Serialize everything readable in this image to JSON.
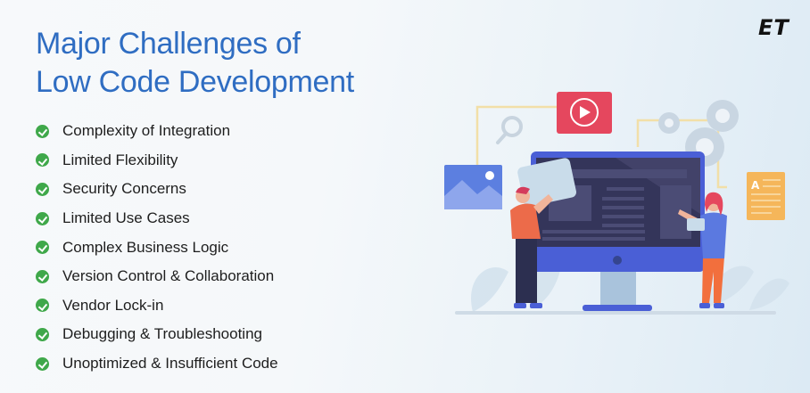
{
  "header": {
    "title_line1": "Major Challenges of",
    "title_line2": "Low Code Development",
    "logo": "ET"
  },
  "challenges": [
    "Complexity of Integration",
    "Limited Flexibility",
    "Security Concerns",
    "Limited Use Cases",
    "Complex Business Logic",
    "Version Control & Collaboration",
    "Vendor Lock-in",
    "Debugging & Troubleshooting",
    "Unoptimized & Insufficient Code"
  ],
  "colors": {
    "title": "#2f6dc2",
    "check": "#3fa84a",
    "text": "#1e1e1e",
    "monitor_frame": "#4a5fd6",
    "monitor_screen": "#34355a",
    "video_card": "#e5475e",
    "doc_card": "#f5b65a",
    "image_card": "#5c7fe0"
  },
  "illustration": {
    "icons": [
      "video-play-icon",
      "search-icon",
      "image-icon",
      "gear-icon",
      "document-icon",
      "monitor-icon"
    ]
  }
}
